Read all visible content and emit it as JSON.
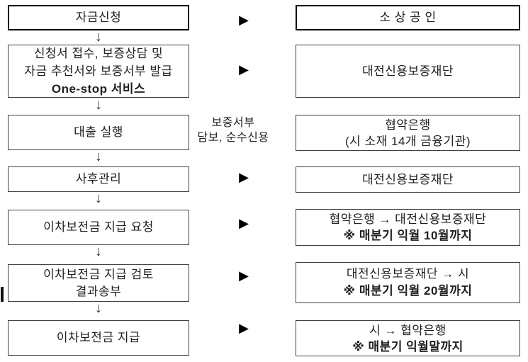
{
  "colors": {
    "background": "#ffffff",
    "box_border": "#3f3f3f",
    "box_border_emphasis": "#000000",
    "text": "#1f1f1f"
  },
  "symbols": {
    "down_arrow": "↓",
    "right_arrow": "▶"
  },
  "connector_label": {
    "line1": "보증서부",
    "line2": "담보, 순수신용"
  },
  "rows": [
    {
      "left": [
        "자금신청"
      ],
      "right": [
        "소 상 공 인"
      ]
    },
    {
      "left": [
        "신청서 접수, 보증상담 및",
        "자금 추천서와 보증서부 발급",
        "One-stop 서비스"
      ],
      "right": [
        "대전신용보증재단"
      ]
    },
    {
      "left": [
        "대출 실행"
      ],
      "right": [
        "협약은행",
        "(시 소재 14개 금융기관)"
      ]
    },
    {
      "left": [
        "사후관리"
      ],
      "right": [
        "대전신용보증재단"
      ]
    },
    {
      "left": [
        "이차보전금 지급 요청"
      ],
      "right": [
        "협약은행 → 대전신용보증재단",
        "※ 매분기 익월 10월까지"
      ]
    },
    {
      "left": [
        "이차보전금 지급 검토",
        "결과송부"
      ],
      "right": [
        "대전신용보증재단 → 시",
        "※ 매분기 익월 20월까지"
      ]
    },
    {
      "left": [
        "이차보전금 지급"
      ],
      "right": [
        "시 → 협약은행",
        "※ 매분기 익월말까지"
      ]
    }
  ]
}
